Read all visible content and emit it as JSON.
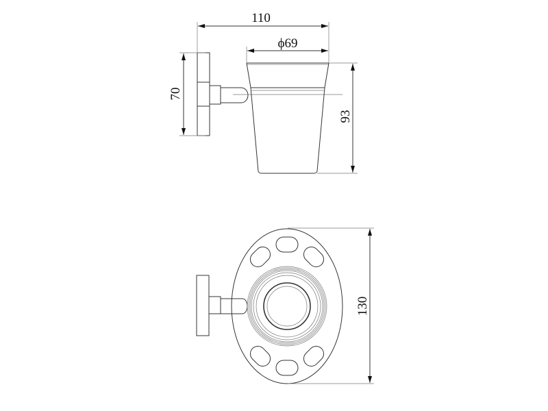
{
  "side_view": {
    "width_label": "110",
    "cup_diameter_label": "ϕ69",
    "plate_height_label": "70",
    "cup_height_label": "93"
  },
  "top_view": {
    "depth_label": "130"
  }
}
